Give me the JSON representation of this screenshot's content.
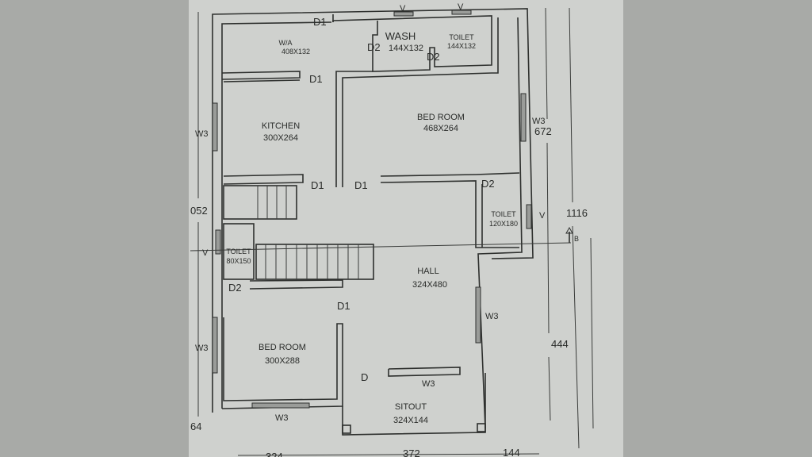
{
  "rooms": {
    "wa": {
      "name": "W/A",
      "size": "408X132"
    },
    "wash": {
      "name": "WASH",
      "size": "144X132"
    },
    "toilet_top": {
      "name": "TOILET",
      "size": "144X132"
    },
    "kitchen": {
      "name": "KITCHEN",
      "size": "300X264"
    },
    "bedroom_top": {
      "name": "BED ROOM",
      "size": "468X264"
    },
    "toilet_right": {
      "name": "TOILET",
      "size": "120X180"
    },
    "toilet_left": {
      "name": "TOILET",
      "size": "80X150"
    },
    "hall": {
      "name": "HALL",
      "size": "324X480"
    },
    "bedroom_bottom": {
      "name": "BED ROOM",
      "size": "300X288"
    },
    "sitout": {
      "name": "SITOUT",
      "size": "324X144"
    }
  },
  "openings": {
    "d1": "D1",
    "d2": "D2",
    "d": "D",
    "w3": "W3",
    "v": "V",
    "b": "B"
  },
  "dimensions": {
    "left_top": "052",
    "left_bottom": "64",
    "right_top": "672",
    "right_total": "1116",
    "right_bottom": "444",
    "bottom_left": "324",
    "bottom_mid": "372",
    "bottom_right": "144"
  }
}
